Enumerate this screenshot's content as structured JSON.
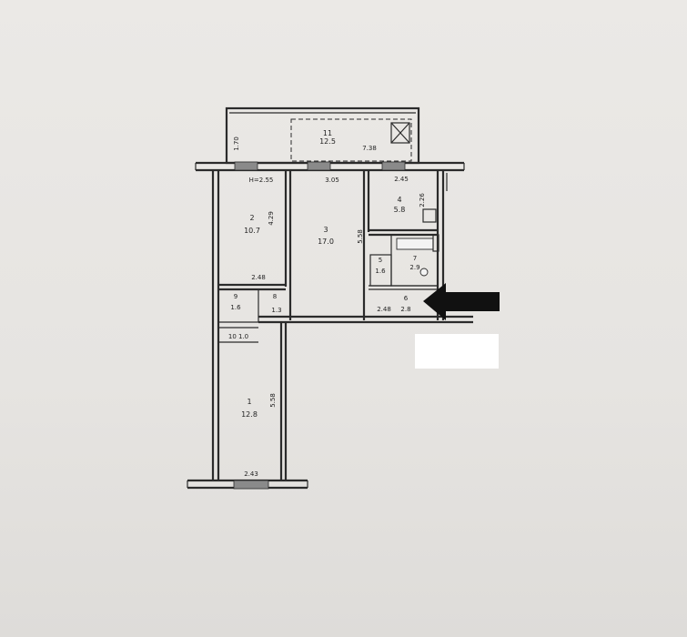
{
  "rooms": [
    {
      "number": "1",
      "area": "12.8"
    },
    {
      "number": "2",
      "area": "10.7"
    },
    {
      "number": "3",
      "area": "17.0"
    },
    {
      "number": "4",
      "area": "5.8"
    },
    {
      "number": "5",
      "area": "1.6"
    },
    {
      "number": "6",
      "area": "2.8"
    },
    {
      "number": "7",
      "area": "2.9"
    },
    {
      "number": "8",
      "area": "1.3"
    },
    {
      "number": "9",
      "area": "1.6"
    },
    {
      "number": "10",
      "area": "1.0"
    },
    {
      "number": "11",
      "area": "12.5"
    }
  ],
  "room10_label": "10  1.0",
  "dimensions": {
    "balcony_depth": "1.70",
    "balcony_width": "7.38",
    "ceiling_height": "H=2.55",
    "room3_width": "3.05",
    "room4_width": "2.45",
    "room4_depth": "2.26",
    "room2_depth": "4.29",
    "room3_depth": "5.58",
    "room2_width": "2.48",
    "hall_width": "2.48",
    "room1_depth": "5.58",
    "room1_width": "2.43"
  },
  "colors": {
    "wall": "#2b2b2b",
    "window": "#8a8a8a",
    "arrow": "#111111",
    "paper": "#e8e6e3"
  }
}
